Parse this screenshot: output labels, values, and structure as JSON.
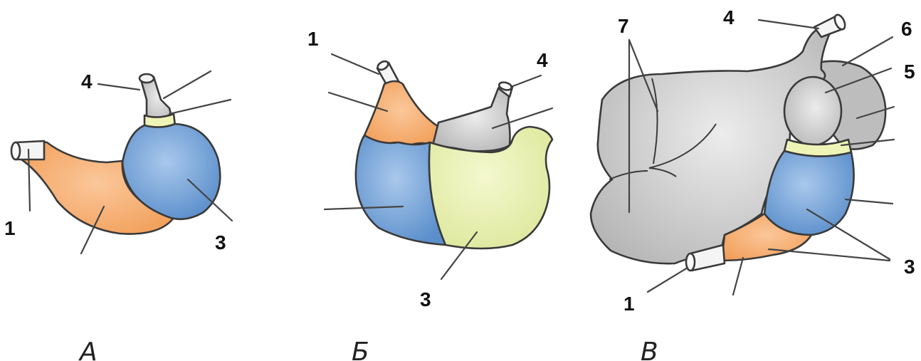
{
  "colors": {
    "orange": "#f6ad6b",
    "blue": "#6b9fd6",
    "yellow": "#e6eda6",
    "pale_yellow": "#eef4b6",
    "gray": "#c9c9c9",
    "dark_gray": "#b5b5b5"
  },
  "panels": [
    {
      "caption": "А",
      "labels": {
        "l1": "1",
        "l3": "3",
        "l4": "4"
      }
    },
    {
      "caption": "Б",
      "labels": {
        "l1": "1",
        "l3": "3",
        "l4": "4"
      }
    },
    {
      "caption": "В",
      "labels": {
        "l1": "1",
        "l3": "3",
        "l4": "4",
        "l5": "5",
        "l6": "6",
        "l7": "7"
      }
    }
  ]
}
